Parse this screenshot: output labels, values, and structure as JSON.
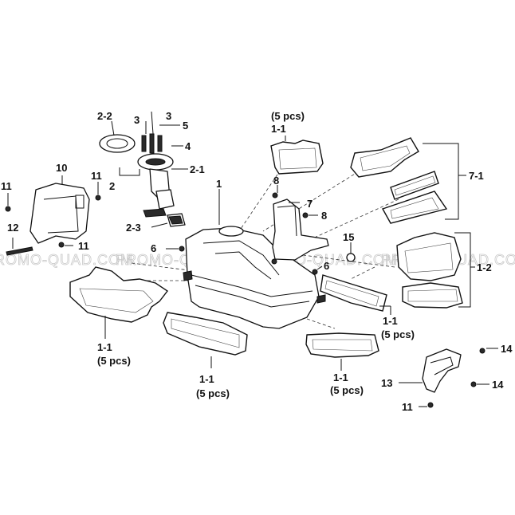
{
  "labels": {
    "l_2_2": "2-2",
    "l_3a": "3",
    "l_3b": "3",
    "l_5": "5",
    "l_4": "4",
    "l_2_1": "2-1",
    "l_2": "2",
    "l_10": "10",
    "l_11a": "11",
    "l_11b": "11",
    "l_11c": "11",
    "l_11d": "11",
    "l_12": "12",
    "l_2_3": "2-3",
    "l_1": "1",
    "l_6a": "6",
    "l_6b": "6",
    "l_8a": "8",
    "l_8b": "8",
    "l_7": "7",
    "l_15": "15",
    "l_7_1": "7-1",
    "l_1_2": "1-2",
    "l_13": "13",
    "l_14a": "14",
    "l_14b": "14",
    "l_1_1_top": "1-1",
    "q_top": "(5 pcs)",
    "l_1_1_left": "1-1",
    "q_left": "(5 pcs)",
    "l_1_1_mid": "1-1",
    "q_mid": "(5 pcs)",
    "l_1_1_bot": "1-1",
    "q_bot": "(5 pcs)",
    "l_1_1_right": "1-1",
    "q_right": "(5 pcs)"
  },
  "watermark": "PROMO-QUAD.COM"
}
